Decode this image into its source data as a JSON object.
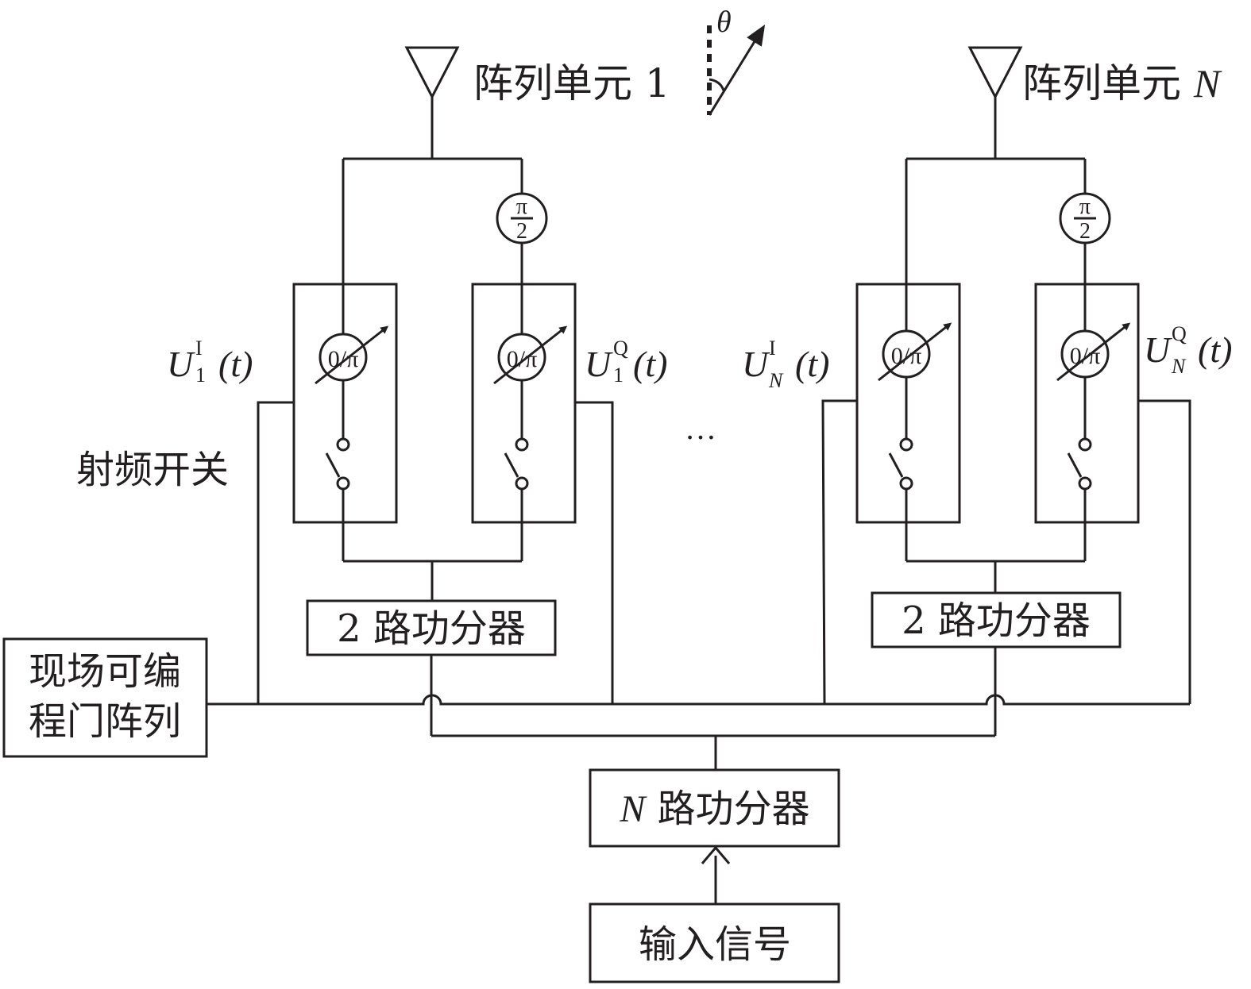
{
  "labels": {
    "element_1": "阵列单元 1",
    "element_n_prefix": "阵列单元 ",
    "element_n_var": "N",
    "theta": "θ",
    "pi": "π",
    "two": "2",
    "phase_shifter": "0/π",
    "rf_switch": "射频开关",
    "splitter_2way": "2 路功分器",
    "fpga_line1": "现场可编",
    "fpga_line2": "程门阵列",
    "splitter_n_var": "N",
    "splitter_n_suffix": " 路功分器",
    "input_signal": "输入信号",
    "ellipsis": "…"
  },
  "signals": {
    "u": "U",
    "t": "(t)",
    "sup_i": "I",
    "sup_q": "Q",
    "sub_1": "1",
    "sub_n": "N"
  },
  "colors": {
    "line": "#231f20",
    "background": "#ffffff"
  }
}
